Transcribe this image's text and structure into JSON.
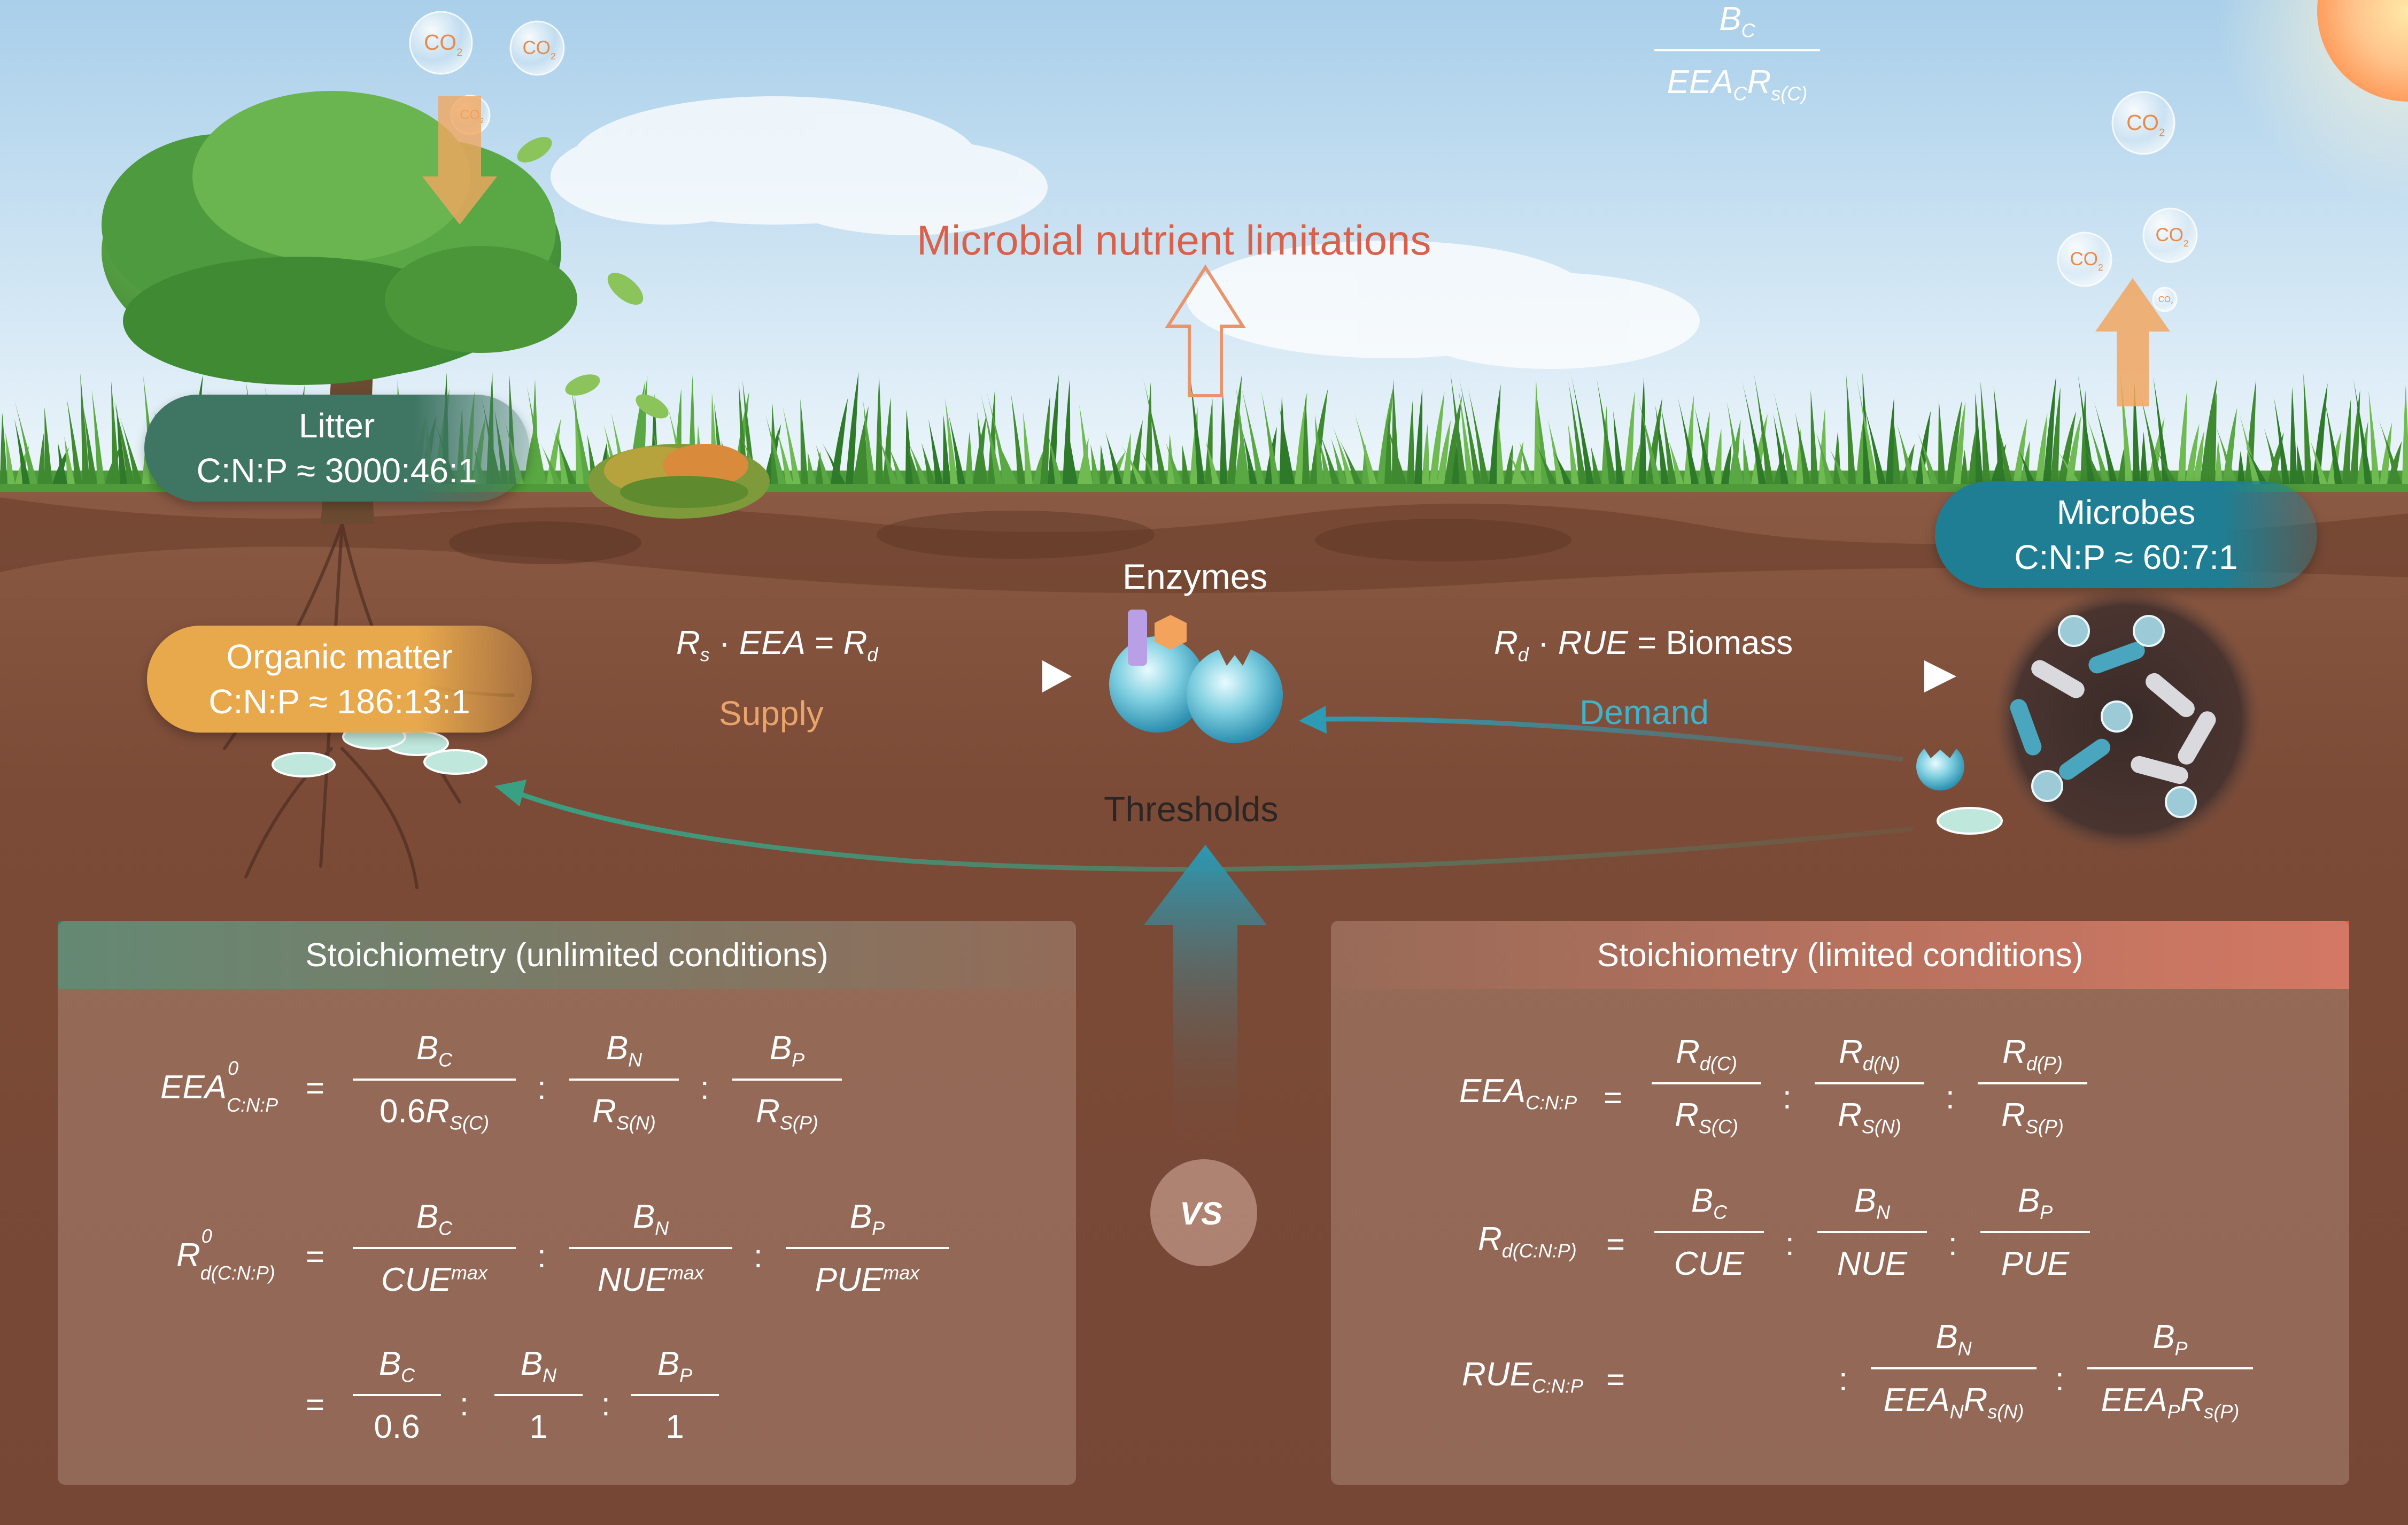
{
  "title": "Microbial nutrient limitations",
  "co2_label": "CO",
  "co2_sub": "2",
  "litter": {
    "label": "Litter",
    "ratio": "C:N:P ≈ 3000:46:1"
  },
  "organic_matter": {
    "label": "Organic matter",
    "ratio": "C:N:P ≈ 186:13:1"
  },
  "microbes": {
    "label": "Microbes",
    "ratio": "C:N:P ≈ 60:7:1"
  },
  "enzymes_label": "Enzymes",
  "thresholds_label": "Thresholds",
  "vs_label": "VS",
  "supply": {
    "label": "Supply",
    "eq": {
      "r": "R",
      "r_sub": "s",
      "dot": " · ",
      "eea": "EEA",
      "eq": " = ",
      "rd": "R",
      "rd_sub": "d"
    }
  },
  "demand": {
    "label": "Demand",
    "eq": {
      "r": "R",
      "r_sub": "d",
      "dot": " · ",
      "rue": "RUE",
      "eq": " = ",
      "biomass": "Biomass"
    }
  },
  "panel_unlimited": {
    "title": "Stoichiometry (unlimited conditions)",
    "eq1": {
      "lhs": "EEA",
      "lhs_sup": "0",
      "lhs_sub": "C:N:P",
      "f1_num": "B",
      "f1_num_sub": "C",
      "f1_den_pre": "0.6",
      "f1_den": "R",
      "f1_den_sub": "S(C)",
      "f2_num": "B",
      "f2_num_sub": "N",
      "f2_den": "R",
      "f2_den_sub": "S(N)",
      "f3_num": "B",
      "f3_num_sub": "P",
      "f3_den": "R",
      "f3_den_sub": "S(P)"
    },
    "eq2": {
      "lhs": "R",
      "lhs_sup": "0",
      "lhs_sub": "d(C:N:P)",
      "f1_num": "B",
      "f1_num_sub": "C",
      "f1_den": "CUE",
      "f1_den_sup": "max",
      "f2_num": "B",
      "f2_num_sub": "N",
      "f2_den": "NUE",
      "f2_den_sup": "max",
      "f3_num": "B",
      "f3_num_sub": "P",
      "f3_den": "PUE",
      "f3_den_sup": "max"
    },
    "eq3": {
      "f1_num": "B",
      "f1_num_sub": "C",
      "f1_den": "0.6",
      "f2_num": "B",
      "f2_num_sub": "N",
      "f2_den": "1",
      "f3_num": "B",
      "f3_num_sub": "P",
      "f3_den": "1"
    }
  },
  "panel_limited": {
    "title": "Stoichiometry (limited conditions)",
    "eq1": {
      "lhs": "EEA",
      "lhs_sub": "C:N:P",
      "f1_num": "R",
      "f1_num_sub": "d(C)",
      "f1_den": "R",
      "f1_den_sub": "S(C)",
      "f2_num": "R",
      "f2_num_sub": "d(N)",
      "f2_den": "R",
      "f2_den_sub": "S(N)",
      "f3_num": "R",
      "f3_num_sub": "d(P)",
      "f3_den": "R",
      "f3_den_sub": "S(P)"
    },
    "eq2": {
      "lhs": "R",
      "lhs_sub": "d(C:N:P)",
      "f1_num": "B",
      "f1_num_sub": "C",
      "f1_den": "CUE",
      "f2_num": "B",
      "f2_num_sub": "N",
      "f2_den": "NUE",
      "f3_num": "B",
      "f3_num_sub": "P",
      "f3_den": "PUE"
    },
    "eq3": {
      "lhs": "RUE",
      "lhs_sub": "C:N:P",
      "f1_num": "B",
      "f1_num_sub": "C",
      "f1_den": "EEA",
      "f1_den_sub": "C",
      "f1_den_r": "R",
      "f1_den_r_sub": "s(C)",
      "f2_num": "B",
      "f2_num_sub": "N",
      "f2_den": "EEA",
      "f2_den_sub": "N",
      "f2_den_r": "R",
      "f2_den_r_sub": "s(N)",
      "f3_num": "B",
      "f3_num_sub": "P",
      "f3_den": "EEA",
      "f3_den_sub": "P",
      "f3_den_r": "R",
      "f3_den_r_sub": "s(P)"
    }
  },
  "equals": "=",
  "colon": ":",
  "colors": {
    "title": "#d9604a",
    "litter": "#3f7563",
    "organic": "#e8a94c",
    "microbes": "#1f7e93",
    "supply": "#e8a46a",
    "demand": "#3fb3c9",
    "soil": "#7a4a36",
    "grass": "#4f9a3a",
    "panel_green": "#2f7a62",
    "panel_red": "#d9604a"
  }
}
